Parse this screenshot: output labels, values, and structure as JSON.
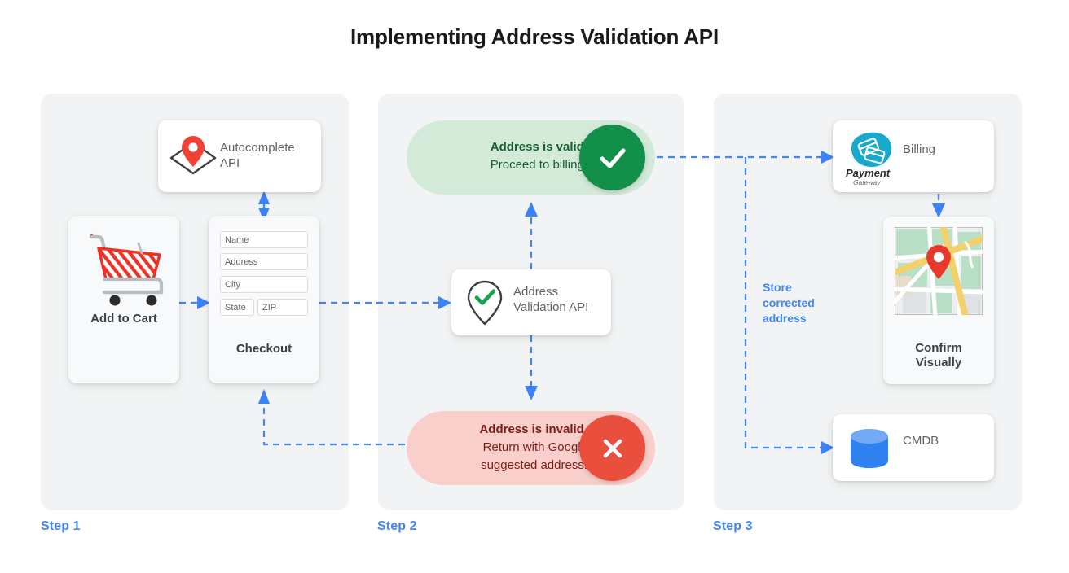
{
  "page": {
    "title": "Implementing Address Validation API",
    "accent_blue": "#4285f4",
    "panel_bg": "#f1f3f4",
    "valid_green": "#129049",
    "invalid_red": "#ea4f3d"
  },
  "steps": [
    {
      "label": "Step 1"
    },
    {
      "label": "Step 2"
    },
    {
      "label": "Step 3"
    }
  ],
  "step1": {
    "autocomplete": {
      "label_line1": "Autocomplete",
      "label_line2": "API",
      "icon": "map-pin-diamond-icon"
    },
    "add_to_cart": {
      "caption": "Add to Cart",
      "icon": "shopping-cart-icon"
    },
    "checkout": {
      "caption": "Checkout",
      "fields": [
        {
          "name": "name-field",
          "placeholder": "Name"
        },
        {
          "name": "address-field",
          "placeholder": "Address"
        },
        {
          "name": "city-field",
          "placeholder": "City"
        },
        {
          "name": "state-field",
          "placeholder": "State"
        },
        {
          "name": "zip-field",
          "placeholder": "ZIP"
        }
      ]
    }
  },
  "step2": {
    "valid": {
      "title": "Address is valid.",
      "subtitle": "Proceed to billing.",
      "badge_icon": "check-icon",
      "bg": "#d4ead8",
      "badge_color": "#129049"
    },
    "invalid": {
      "title": "Address is invalid.",
      "subtitle_line1": "Return with Google",
      "subtitle_line2": "suggested address.",
      "badge_icon": "close-icon",
      "bg": "#f9cfcb",
      "badge_color": "#ea4f3d"
    },
    "validation_api": {
      "label_line1": "Address",
      "label_line2": "Validation API",
      "icon": "pin-check-icon"
    }
  },
  "step3": {
    "billing": {
      "label": "Billing",
      "icon": "payment-gateway-logo",
      "logo_line1": "Payment",
      "logo_line2": "Gateway"
    },
    "confirm": {
      "caption_line1": "Confirm",
      "caption_line2": "Visually",
      "icon": "map-thumbnail-icon"
    },
    "cmdb": {
      "label": "CMDB",
      "icon": "database-cylinder-icon"
    },
    "store_note": {
      "line1": "Store",
      "line2": "corrected",
      "line3": "address"
    }
  }
}
